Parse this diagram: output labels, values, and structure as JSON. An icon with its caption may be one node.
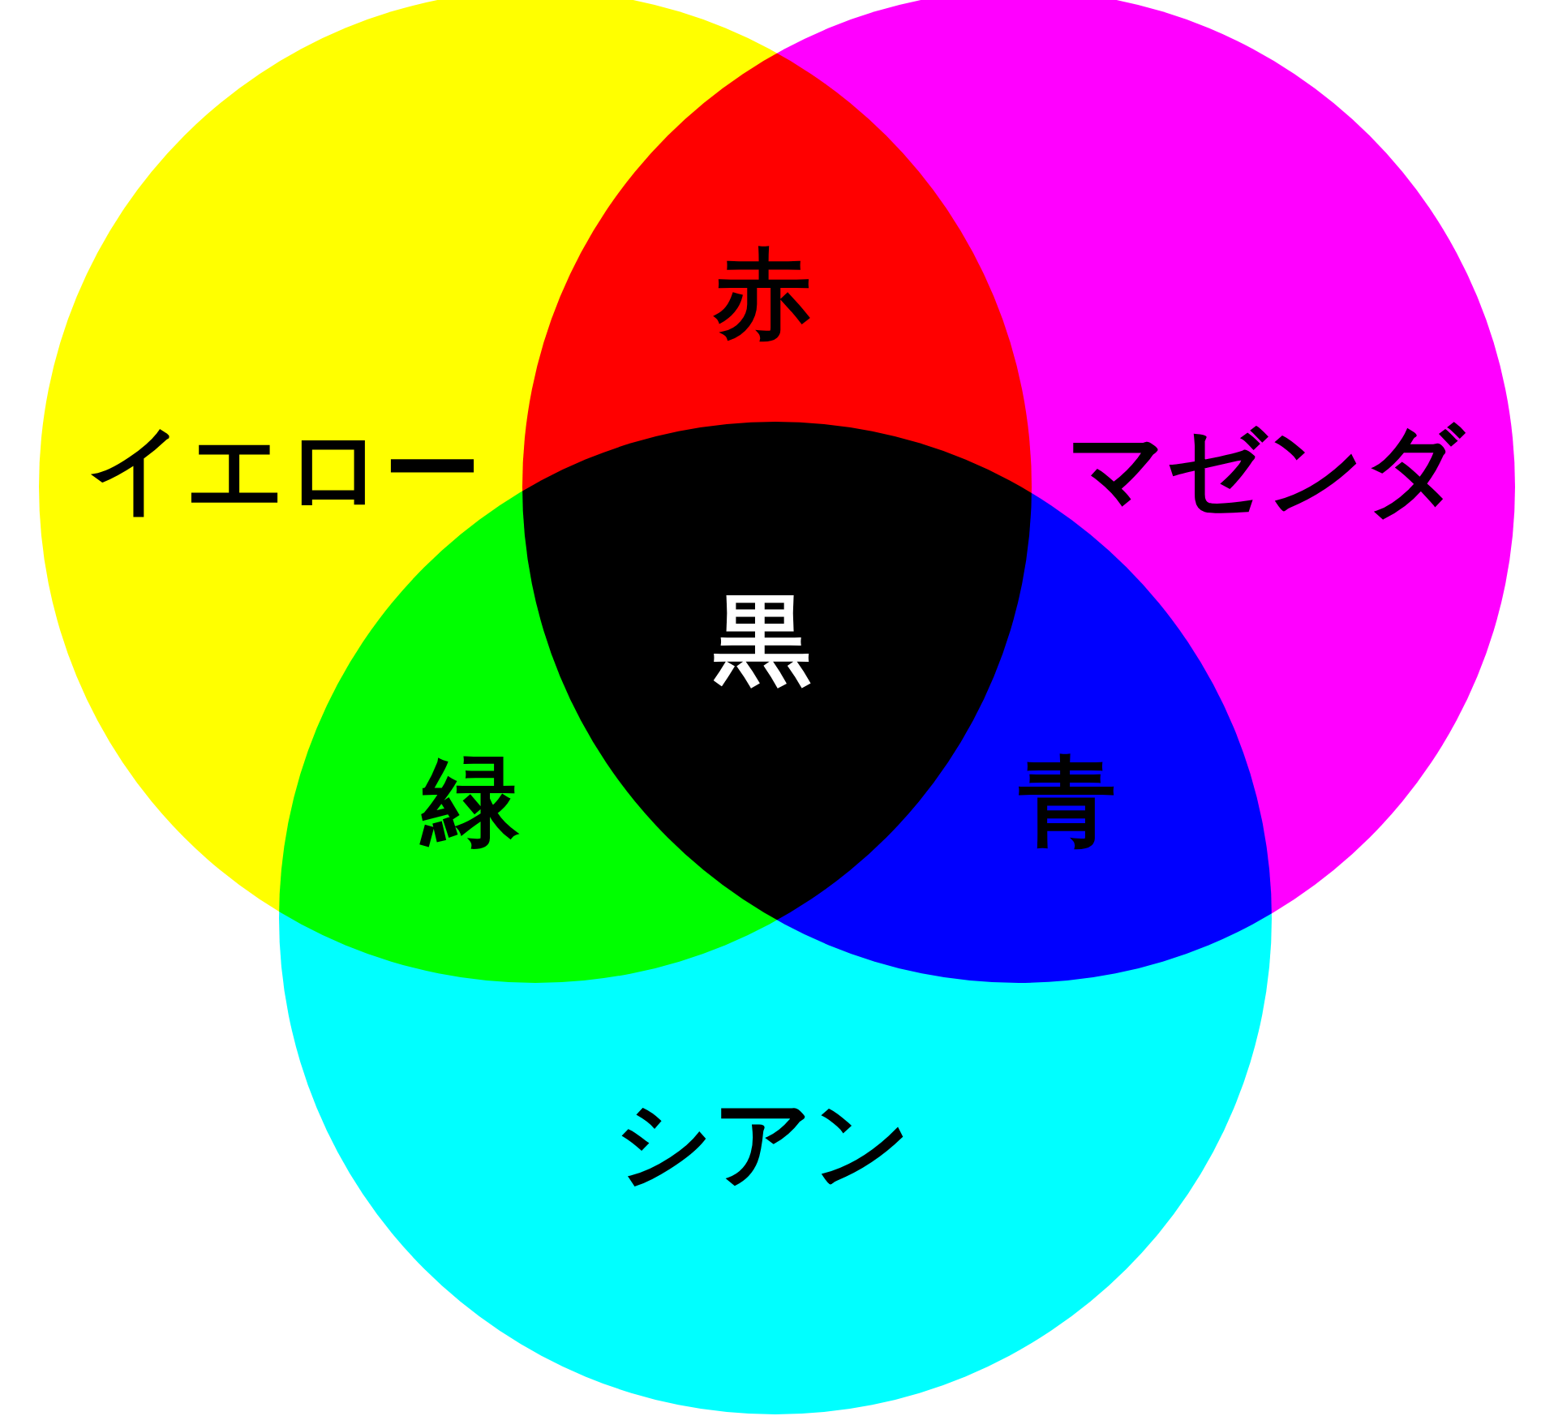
{
  "diagram": {
    "nodes": [
      {
        "text": [
          "赤"
        ]
      },
      {
        "text": [
          "イエロー"
        ]
      },
      {
        "text": [
          "マゼンダ"
        ]
      },
      {
        "text": [
          "黒"
        ]
      },
      {
        "text": [
          "緑"
        ]
      },
      {
        "text": [
          "青"
        ]
      },
      {
        "text": [
          "シアン"
        ]
      }
    ]
  }
}
